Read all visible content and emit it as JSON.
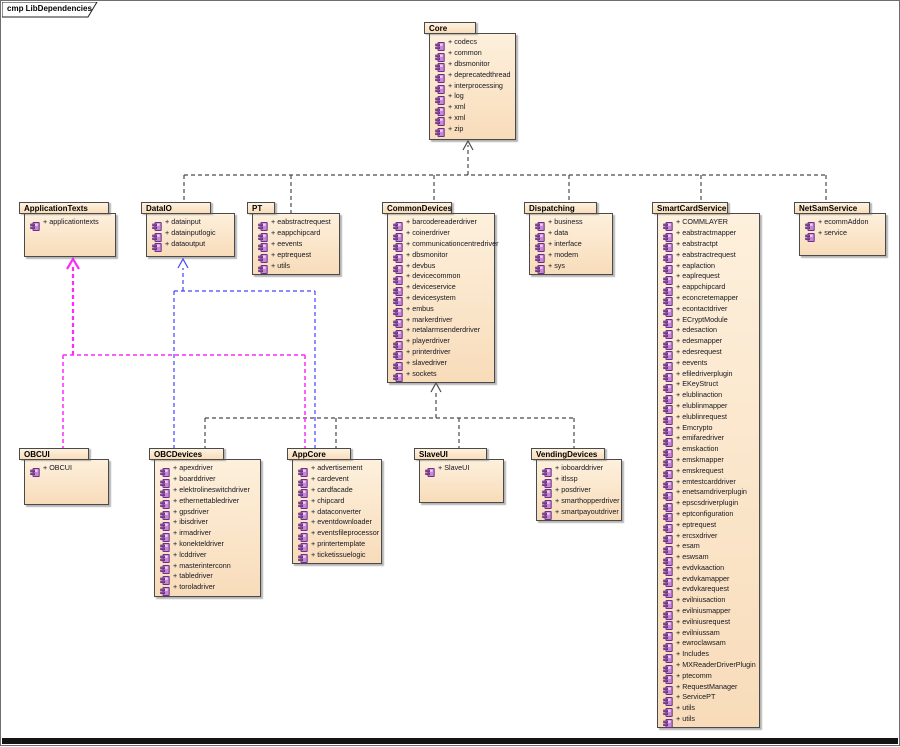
{
  "frame": {
    "label": "cmp LibDependencies"
  },
  "item_prefix": "+",
  "colors": {
    "package_fill_top": "#fdf0dc",
    "package_fill_bottom": "#f8dcba",
    "package_border": "#4a4a4a",
    "dependency_line": "#4b4b4b",
    "dataio_dependency_line": "#4343ff",
    "applicationtexts_dependency_line": "#fb2cfb",
    "component_icon": "#c887d8"
  },
  "packages": {
    "core": {
      "name": "Core",
      "items": [
        "codecs",
        "common",
        "dbsmonitor",
        "deprecatedthread",
        "interprocessing",
        "log",
        "xml",
        "xml",
        "zip"
      ]
    },
    "applicationtexts": {
      "name": "ApplicationTexts",
      "items": [
        "applicationtexts"
      ]
    },
    "dataio": {
      "name": "DataIO",
      "items": [
        "datainput",
        "datainputlogic",
        "dataoutput"
      ]
    },
    "pt": {
      "name": "PT",
      "items": [
        "eabstractrequest",
        "eappchipcard",
        "eevents",
        "eptrequest",
        "utils"
      ]
    },
    "commondevices": {
      "name": "CommonDevices",
      "items": [
        "barcodereaderdriver",
        "coinerdriver",
        "communicationcentredriver",
        "dbsmonitor",
        "devbus",
        "devicecommon",
        "deviceservice",
        "devicesystem",
        "embus",
        "markerdriver",
        "netalarmsenderdriver",
        "playerdriver",
        "printerdriver",
        "slavedriver",
        "sockets"
      ]
    },
    "dispatching": {
      "name": "Dispatching",
      "items": [
        "business",
        "data",
        "interface",
        "modem",
        "sys"
      ]
    },
    "smartcardservice": {
      "name": "SmartCardService",
      "items": [
        "COMMLAYER",
        "eabstractmapper",
        "eabstractpt",
        "eabstractrequest",
        "eaplaction",
        "eaplrequest",
        "eappchipcard",
        "econcretemapper",
        "econtactdriver",
        "ECryptModule",
        "edesaction",
        "edesmapper",
        "edesrequest",
        "eevents",
        "efiledriverplugin",
        "EKeyStruct",
        "elublinaction",
        "elublinmapper",
        "elublinrequest",
        "Emcrypto",
        "emifaredriver",
        "emskaction",
        "emskmapper",
        "emskrequest",
        "emtestcarddriver",
        "enetsamdriverplugin",
        "epscsdriverplugin",
        "eptconfiguration",
        "eptrequest",
        "ercsxdriver",
        "esam",
        "eswsam",
        "evdvkaaction",
        "evdvkamapper",
        "evdvkarequest",
        "evilniusaction",
        "evilniusmapper",
        "evilniusrequest",
        "evilniussam",
        "ewroclawsam",
        "Includes",
        "MXReaderDriverPlugin",
        "ptecomm",
        "RequestManager",
        "ServicePT",
        "utils",
        "utils"
      ]
    },
    "netsamservice": {
      "name": "NetSamService",
      "items": [
        "ecommAddon",
        "service"
      ]
    },
    "obcui": {
      "name": "OBCUI",
      "items": [
        "OBCUI"
      ]
    },
    "obcdevices": {
      "name": "OBCDevices",
      "items": [
        "apexdriver",
        "boarddriver",
        "elektrolineswitchdriver",
        "ethernettabledriver",
        "gpsdriver",
        "ibisdriver",
        "irmadriver",
        "konekteldriver",
        "lcddriver",
        "masterinterconn",
        "tabledriver",
        "toroladriver"
      ]
    },
    "appcore": {
      "name": "AppCore",
      "items": [
        "advertisement",
        "cardevent",
        "cardfacade",
        "chipcard",
        "dataconverter",
        "eventdownloader",
        "eventsfileprocessor",
        "printertemplate",
        "ticketissuelogic"
      ]
    },
    "slaveui": {
      "name": "SlaveUI",
      "items": [
        "SlaveUI"
      ]
    },
    "vendingdevices": {
      "name": "VendingDevices",
      "items": [
        "ioboarddriver",
        "itlssp",
        "posdriver",
        "smarthopperdriver",
        "smartpayoutdriver"
      ]
    }
  }
}
